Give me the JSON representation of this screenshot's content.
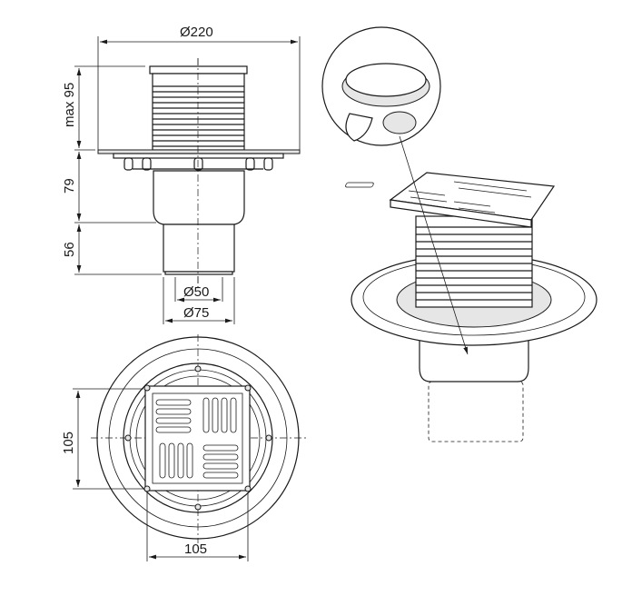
{
  "side_view": {
    "dim_flange_diameter": "Ø220",
    "dim_max_height": "max 95",
    "dim_body_height": "79",
    "dim_pipe_height": "56",
    "dim_inner_diameter": "Ø50",
    "dim_outer_diameter": "Ø75"
  },
  "top_view": {
    "dim_grate_height": "105",
    "dim_grate_width": "105"
  }
}
